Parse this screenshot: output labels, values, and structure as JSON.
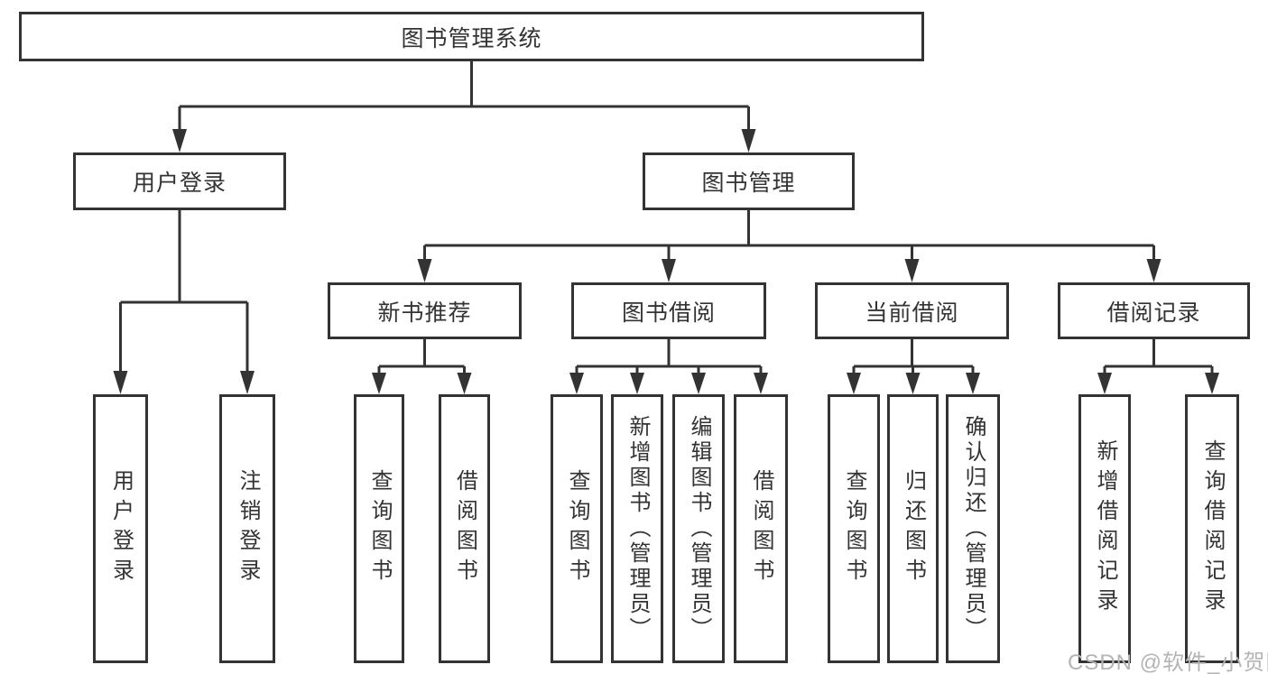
{
  "tree": {
    "root": {
      "label": "图书管理系统"
    },
    "level2": [
      {
        "label": "用户登录"
      },
      {
        "label": "图书管理"
      }
    ],
    "level3": [
      {
        "label": "新书推荐"
      },
      {
        "label": "图书借阅"
      },
      {
        "label": "当前借阅"
      },
      {
        "label": "借阅记录"
      }
    ],
    "leaves": {
      "user_login": [
        {
          "label": "用户登录"
        },
        {
          "label": "注销登录"
        }
      ],
      "new_book": [
        {
          "label": "查询图书"
        },
        {
          "label": "借阅图书"
        }
      ],
      "book_borrow": [
        {
          "label": "查询图书"
        },
        {
          "label": "新增图书（管理员）"
        },
        {
          "label": "编辑图书（管理员）"
        },
        {
          "label": "借阅图书"
        }
      ],
      "current_borrow": [
        {
          "label": "查询图书"
        },
        {
          "label": "归还图书"
        },
        {
          "label": "确认归还（管理员）"
        }
      ],
      "borrow_record": [
        {
          "label": "新增借阅记录"
        },
        {
          "label": "查询借阅记录"
        }
      ]
    }
  },
  "watermark": {
    "text": "CSDN @软件_小贺同学"
  },
  "colors": {
    "line": "#333333",
    "text": "#333333",
    "box_background": "#ffffff",
    "watermark": "#b4b4b4",
    "background": "#ffffff"
  }
}
